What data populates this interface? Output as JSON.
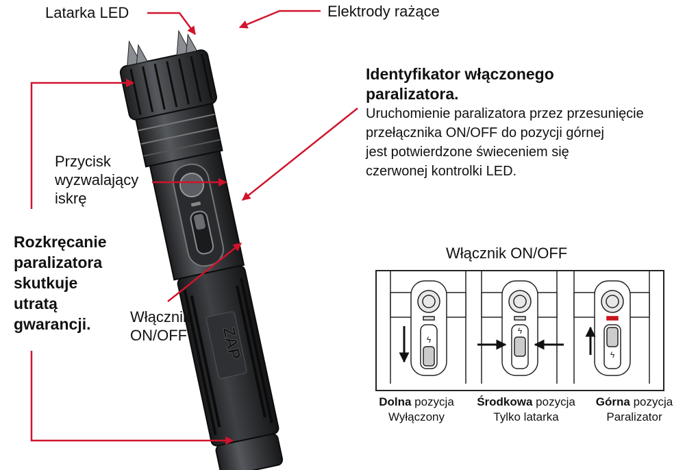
{
  "callouts": {
    "flashlight": "Latarka LED",
    "electrodes": "Elektrody rażące",
    "trigger": [
      "Przycisk",
      "wyzwalający",
      "iskrę"
    ],
    "switch": [
      "Włącznik",
      "ON/OFF"
    ]
  },
  "identifier": {
    "title": [
      "Identyfikator włączonego",
      "paralizatora."
    ],
    "description": [
      "Uruchomienie paralizatora przez przesunięcie",
      "przełącznika ON/OFF do pozycji górnej",
      "jest potwierdzone świeceniem się",
      "czerwonej kontrolki LED."
    ]
  },
  "warning": [
    "Rozkręcanie",
    "paralizatora",
    "skutkuje",
    "utratą",
    "gwarancji."
  ],
  "switch_panel": {
    "title": "Włącznik ON/OFF",
    "positions": [
      {
        "name": "Dolna",
        "suffix": " pozycja",
        "state": "Wyłączony"
      },
      {
        "name": "Środkowa",
        "suffix": " pozycja",
        "state": "Tylko latarka"
      },
      {
        "name": "Górna",
        "suffix": " pozycja",
        "state": "Paralizator"
      }
    ]
  },
  "device_logo": "ZAP",
  "colors": {
    "arrow": "#d0142c",
    "device_body": "#3a3c3f",
    "text": "#111111"
  }
}
